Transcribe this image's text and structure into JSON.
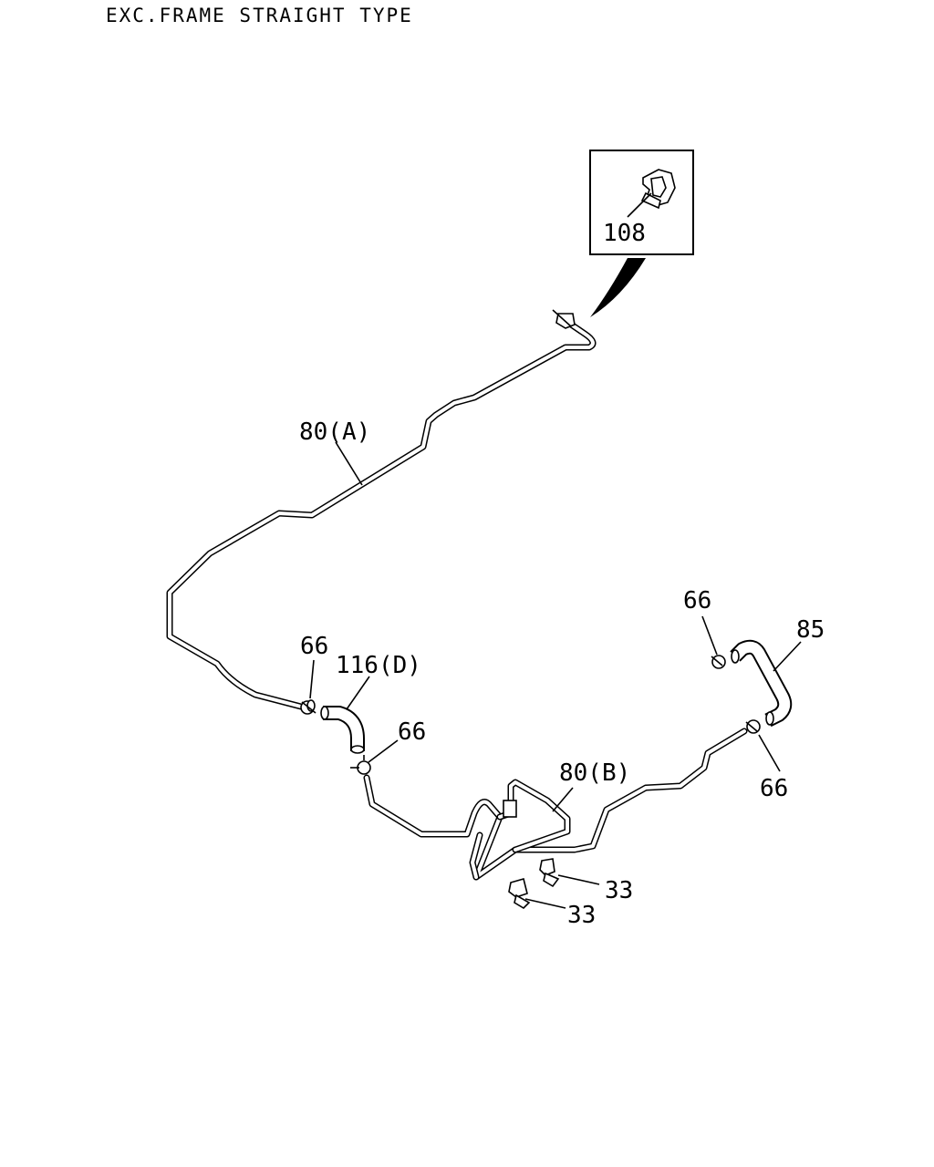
{
  "diagram": {
    "title": "EXC.FRAME STRAIGHT TYPE",
    "callouts": {
      "c108": "108",
      "c80a": "80(A)",
      "c66_a": "66",
      "c116d": "116(D)",
      "c66_b": "66",
      "c66_c": "66",
      "c85": "85",
      "c80b": "80(B)",
      "c66_d": "66",
      "c33_a": "33",
      "c33_b": "33"
    }
  }
}
